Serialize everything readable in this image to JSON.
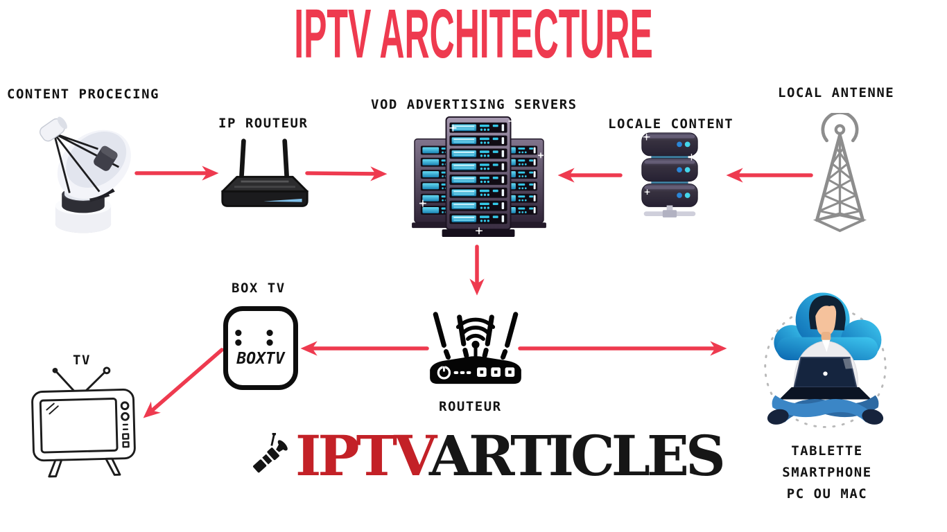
{
  "title": "IPTV ARCHITECTURE",
  "colors": {
    "accent_red": "#ee3a4f",
    "logo_red": "#c32127",
    "logo_black": "#161616",
    "label_color": "#131313",
    "antenna_gray": "#8d8d8d",
    "server_cyan": "#35c8e8",
    "cloud_blue_light": "#3ec7f0",
    "cloud_blue_dark": "#0a67b0"
  },
  "nodes": {
    "content_processing": {
      "label": "CONTENT PROCECING",
      "icon": "satellite-dish-icon"
    },
    "ip_routeur": {
      "label": "IP ROUTEUR",
      "icon": "ip-router-icon"
    },
    "vod_servers": {
      "label": "VOD ADVERTISING SERVERS",
      "icon": "server-racks-icon"
    },
    "locale_content": {
      "label": "LOCALE CONTENT",
      "icon": "database-stack-icon"
    },
    "local_antenne": {
      "label": "LOCAL ANTENNE",
      "icon": "antenna-tower-icon"
    },
    "box_tv": {
      "label": "BOX TV",
      "device_dots": "• • • •",
      "device_text": "BOXTV",
      "icon": "settop-box"
    },
    "routeur": {
      "label": "ROUTEUR",
      "icon": "wifi-router-icon"
    },
    "tv": {
      "label": "TV",
      "icon": "tv-icon"
    },
    "client_devices": {
      "lines": [
        "TABLETTE",
        "SMARTPHONE",
        "PC OU MAC"
      ],
      "icon": "person-laptop-icon"
    }
  },
  "logo": {
    "red_text": "IPTV",
    "black_text": "ARTICLES",
    "icon": "satellite-logo-icon"
  },
  "flows": [
    {
      "from": "content_processing",
      "to": "ip_routeur"
    },
    {
      "from": "ip_routeur",
      "to": "vod_servers"
    },
    {
      "from": "locale_content",
      "to": "vod_servers"
    },
    {
      "from": "local_antenne",
      "to": "locale_content"
    },
    {
      "from": "vod_servers",
      "to": "routeur"
    },
    {
      "from": "routeur",
      "to": "box_tv"
    },
    {
      "from": "routeur",
      "to": "client_devices"
    },
    {
      "from": "box_tv",
      "to": "tv"
    }
  ]
}
